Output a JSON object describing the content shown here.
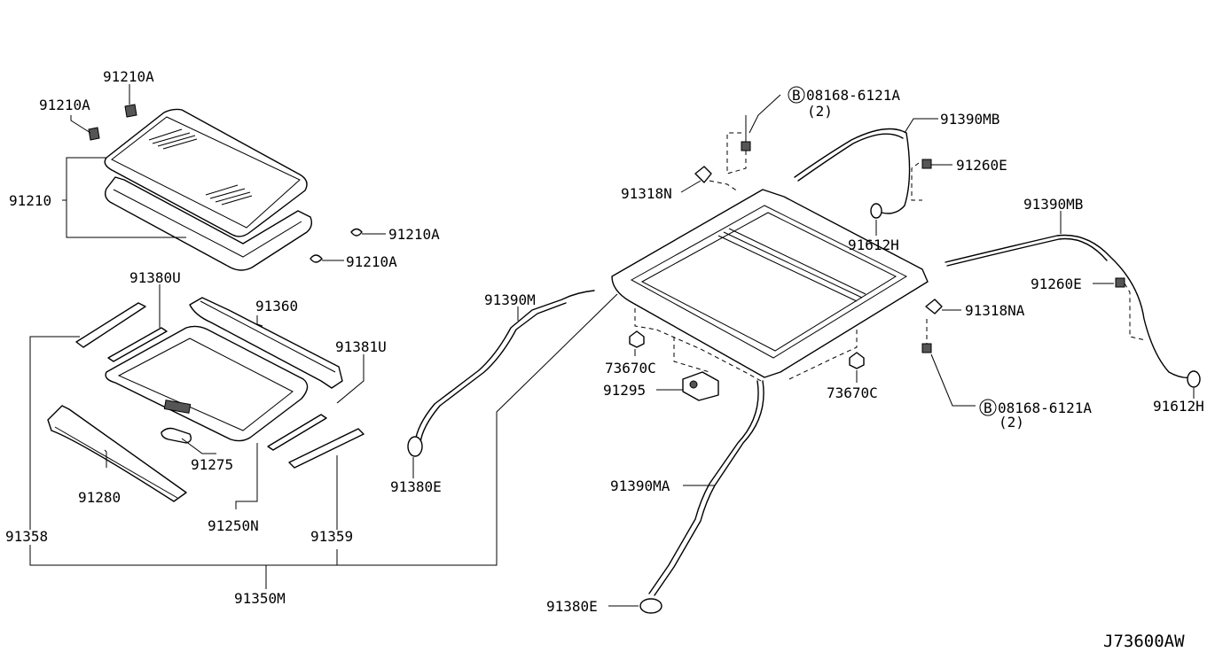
{
  "diagram_code": "J73600AW",
  "parts": {
    "p91210A_1": "91210A",
    "p91210A_2": "91210A",
    "p91210A_3": "91210A",
    "p91210A_4": "91210A",
    "p91210": "91210",
    "p91380U": "91380U",
    "p91360": "91360",
    "p91381U": "91381U",
    "p91275": "91275",
    "p91280": "91280",
    "p91250N": "91250N",
    "p91358": "91358",
    "p91359": "91359",
    "p91350M": "91350M",
    "p91390M": "91390M",
    "p91380E_1": "91380E",
    "p91380E_2": "91380E",
    "p91390MA": "91390MA",
    "p91295": "91295",
    "p73670C_1": "73670C",
    "p73670C_2": "73670C",
    "p91318N": "91318N",
    "p08168_1": "08168-6121A",
    "p08168_1_qty": "(2)",
    "p08168_2": "08168-6121A",
    "p08168_2_qty": "(2)",
    "bolt_symbol": "B",
    "p91390MB_1": "91390MB",
    "p91390MB_2": "91390MB",
    "p91260E_1": "91260E",
    "p91260E_2": "91260E",
    "p91612H_1": "91612H",
    "p91612H_2": "91612H",
    "p91318NA": "91318NA"
  }
}
